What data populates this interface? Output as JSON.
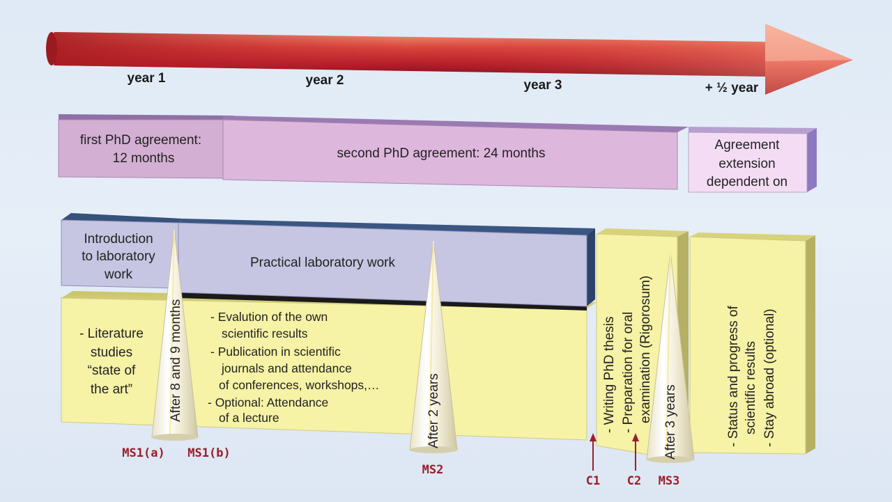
{
  "timeline": {
    "years": [
      "year 1",
      "year 2",
      "year 3",
      "+ ½ year"
    ]
  },
  "agreements": {
    "first": [
      "first PhD agreement:",
      "12 months"
    ],
    "second": "second PhD agreement: 24 months",
    "extension": [
      "Agreement",
      "extension",
      "dependent on"
    ]
  },
  "lab": {
    "intro": [
      "Introduction",
      "to laboratory",
      "work"
    ],
    "practical": "Practical laboratory work"
  },
  "activities": {
    "literature": [
      "- Literature",
      "studies",
      "“state of",
      "the art”"
    ],
    "results": [
      "- Evalution of the own",
      "scientific results",
      "- Publication in scientific",
      "journals and attendance",
      "of conferences, workshops,…",
      "- Optional: Attendance",
      "of a lecture"
    ],
    "thesis": [
      "- Writing PhD thesis",
      "- Preparation for oral",
      "examination (Rigorosum)"
    ],
    "status": [
      "- Status and progress of",
      "scientific results",
      "- Stay abroad (optional)"
    ]
  },
  "milestones": {
    "ms1_cone": "After 8 and 9 months",
    "ms2_cone": "After 2 years",
    "ms3_cone": "After 3 years",
    "labels": [
      "MS1(a)",
      "MS1(b)",
      "MS2",
      "C1",
      "C2",
      "MS3"
    ]
  },
  "colors": {
    "arrow": "#c8323a",
    "agreement_purple": "#d7b2d6",
    "lab_blue": "#c6c5e2",
    "yellow": "#f6f2a6",
    "milestone_text": "#9c1c2c"
  }
}
